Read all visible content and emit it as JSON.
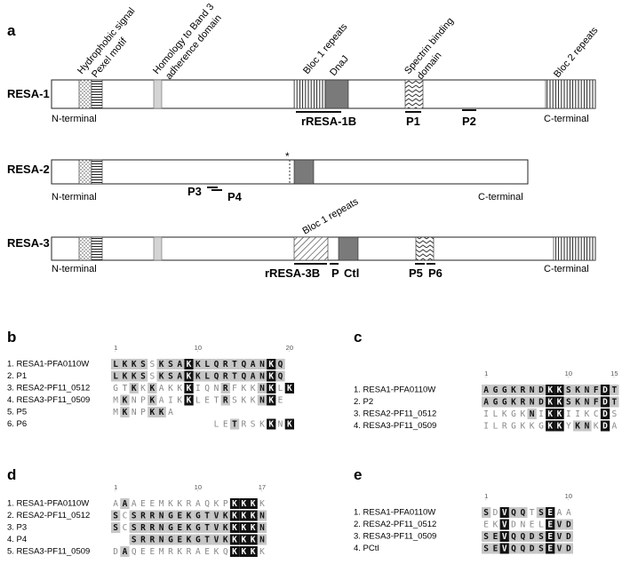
{
  "panel_a": {
    "letter": "a",
    "domain_labels": [
      "Hydrophobic signal",
      "Pexel motif",
      "Homology to Band 3",
      "adherence domain",
      "Bloc 1 repeats",
      "DnaJ",
      "Spectrin binding",
      "domain",
      "Bloc 2 repeats",
      "Bloc 1 repeats"
    ],
    "proteins": [
      {
        "name": "RESA-1",
        "n_term": "N-terminal",
        "c_term": "C-terminal",
        "markers": [
          "rRESA-1B",
          "P1",
          "P2"
        ]
      },
      {
        "name": "RESA-2",
        "n_term": "N-terminal",
        "c_term": "C-terminal",
        "markers": [
          "P3",
          "P4"
        ],
        "asterisk": "*"
      },
      {
        "name": "RESA-3",
        "n_term": "N-terminal",
        "c_term": "C-terminal",
        "markers": [
          "rRESA-3B",
          "P",
          "Ctl",
          "P5",
          "P6"
        ]
      }
    ],
    "colors": {
      "dnaj": "#7a7a7a",
      "homology": "#d4d4d4",
      "outline": "#222222"
    }
  },
  "panel_b": {
    "letter": "b",
    "ruler": [
      "1",
      "10",
      "20"
    ],
    "rows": [
      {
        "label": "1. RESA1-PFA0110W",
        "seq": "LKKSSKSAKKLQRTQANKQ"
      },
      {
        "label": "2. P1",
        "seq": "LKKSSKSAKKLQRTQANKQ"
      },
      {
        "label": "3. RESA2-PF11_0512",
        "seq": "GTKKKAKKKIQNRFKKNKLK"
      },
      {
        "label": "4. RESA3-PF11_0509",
        "seq": "MKNPKAIKKLETRSKKNKE"
      },
      {
        "label": "5. P5",
        "seq": "MKNPKKA"
      },
      {
        "label": "6. P6",
        "seq": "LETRSKKNK"
      }
    ]
  },
  "panel_c": {
    "letter": "c",
    "ruler": [
      "1",
      "10",
      "15"
    ],
    "rows": [
      {
        "label": "1. RESA1-PFA0110W",
        "seq": "AGGKRNDKKSKNFDT"
      },
      {
        "label": "2. P2",
        "seq": "AGGKRNDKKSKNFDT"
      },
      {
        "label": "3. RESA2-PF11_0512",
        "seq": "ILKGKNIKKIIKCDS"
      },
      {
        "label": "4. RESA3-PF11_0509",
        "seq": "ILRGKKGKKYKNKDA"
      }
    ]
  },
  "panel_d": {
    "letter": "d",
    "ruler": [
      "1",
      "10",
      "17"
    ],
    "rows": [
      {
        "label": "1. RESA1-PFA0110W",
        "seq": "AAAEEMKKRAQKPKKKK"
      },
      {
        "label": "2. RESA2-PF11_0512",
        "seq": "SCSRRNGEKGTVKKKKN"
      },
      {
        "label": "3. P3",
        "seq": "SCSRRNGEKGTVKKKKN"
      },
      {
        "label": "4. P4",
        "seq": "SRRNGEKGTVKKKKN"
      },
      {
        "label": "5. RESA3-PF11_0509",
        "seq": "DAQEEMRKRAEKQKKKK"
      }
    ]
  },
  "panel_e": {
    "letter": "e",
    "ruler": [
      "1",
      "10"
    ],
    "rows": [
      {
        "label": "1. RESA1-PFA0110W",
        "seq": "SDVQQTSEAA"
      },
      {
        "label": "2. RESA2-PF11_0512",
        "seq": "EKVDNELEVD"
      },
      {
        "label": "3. RESA3-PF11_0509",
        "seq": "SEVQQDSEVD"
      },
      {
        "label": "4. PCtl",
        "seq": "SEVQQDSEVD"
      }
    ]
  }
}
